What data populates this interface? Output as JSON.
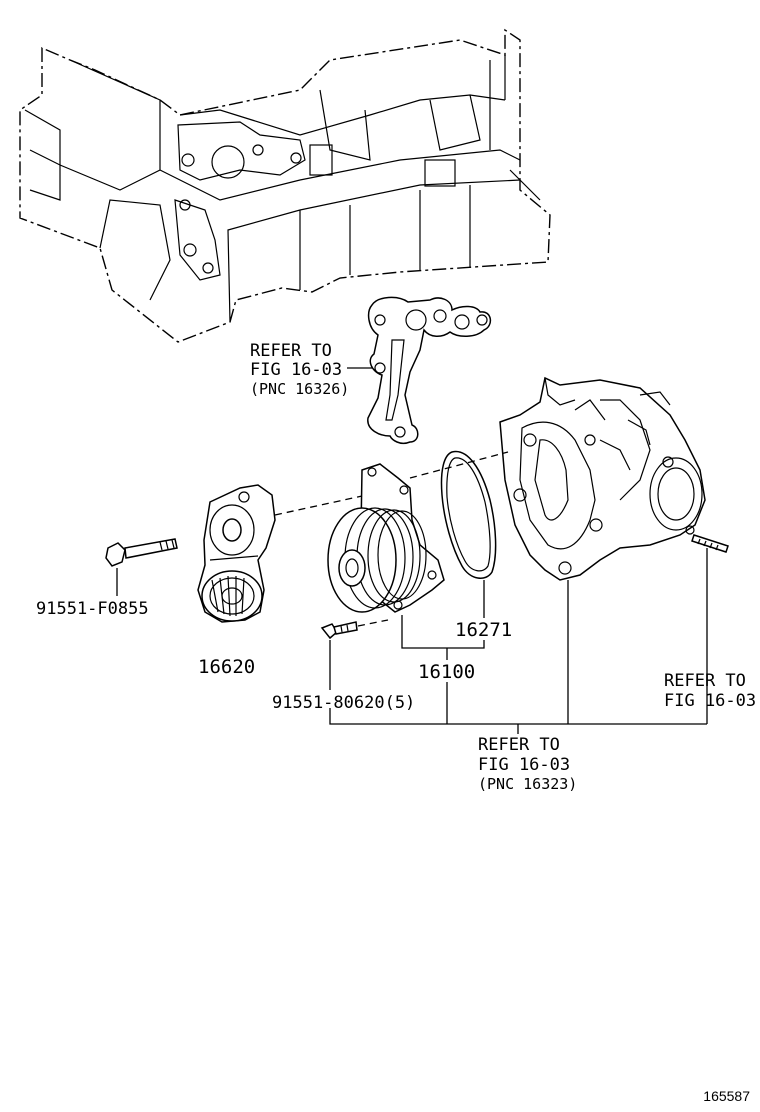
{
  "labels": {
    "refer_gasket": [
      "REFER TO",
      "FIG 16-03",
      "(PNC 16326)"
    ],
    "bolt_tensioner": "91551-F0855",
    "tensioner": "16620",
    "oring": "16271",
    "water_pump": "16100",
    "bolt_pump": "91551-80620(5)",
    "refer_stud": [
      "REFER TO",
      "FIG 16-03"
    ],
    "refer_housing": [
      "REFER TO",
      "FIG 16-03",
      "(PNC 16323)"
    ]
  },
  "figure_id": "165587"
}
